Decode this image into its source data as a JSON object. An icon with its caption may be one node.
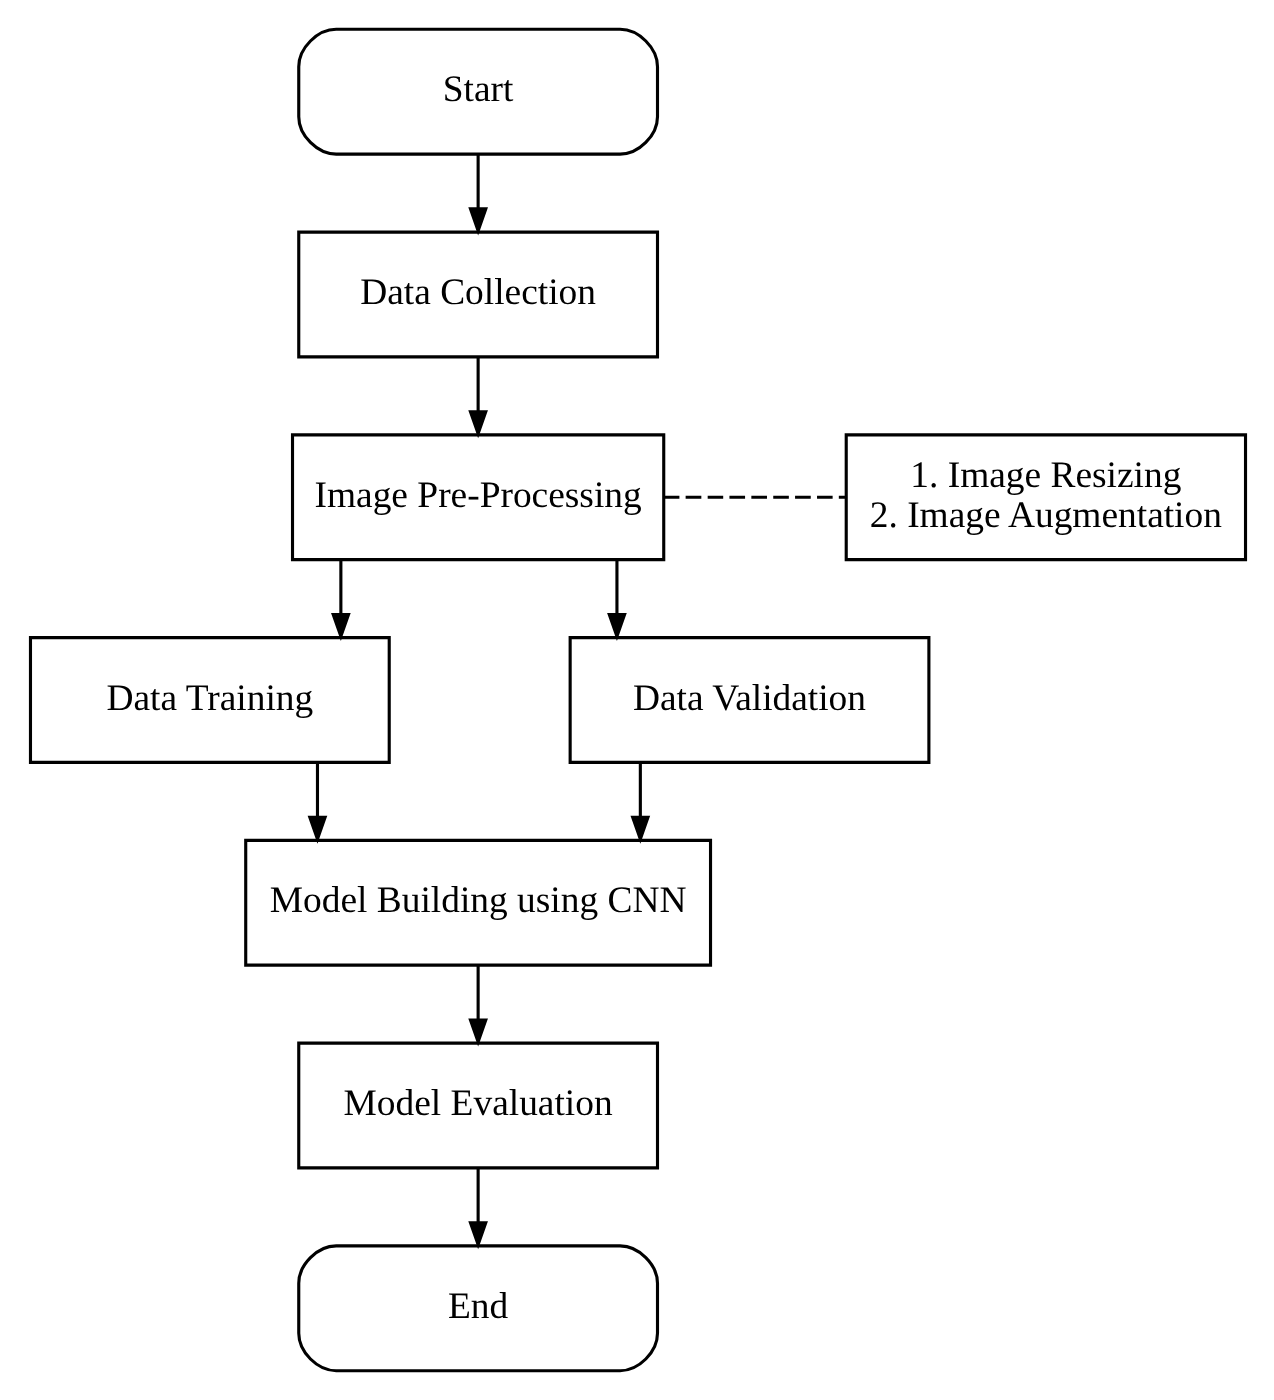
{
  "diagram": {
    "nodes": [
      {
        "text": [
          "Start"
        ]
      },
      {
        "text": [
          "Data Collection"
        ]
      },
      {
        "text": [
          "Image Pre-Processing"
        ]
      },
      {
        "text": [
          "1. Image Resizing",
          "2. Image Augmentation"
        ]
      },
      {
        "text": [
          "Data Training"
        ]
      },
      {
        "text": [
          "Data Validation"
        ]
      },
      {
        "text": [
          "Model Building using CNN"
        ]
      },
      {
        "text": [
          "Model Evaluation"
        ]
      },
      {
        "text": [
          "End"
        ]
      }
    ],
    "edges": [
      {
        "from": 0,
        "to": 1,
        "arrow": "to"
      },
      {
        "from": 1,
        "to": 2,
        "arrow": "to"
      },
      {
        "from": 2,
        "to": 3,
        "arrow": "none",
        "style": "dashed"
      },
      {
        "from": 2,
        "to": 4,
        "arrow": "to"
      },
      {
        "from": 2,
        "to": 5,
        "arrow": "to"
      },
      {
        "from": 4,
        "to": 6,
        "arrow": "to"
      },
      {
        "from": 5,
        "to": 6,
        "arrow": "to"
      },
      {
        "from": 6,
        "to": 7,
        "arrow": "to"
      },
      {
        "from": 7,
        "to": 8,
        "arrow": "to"
      }
    ]
  }
}
